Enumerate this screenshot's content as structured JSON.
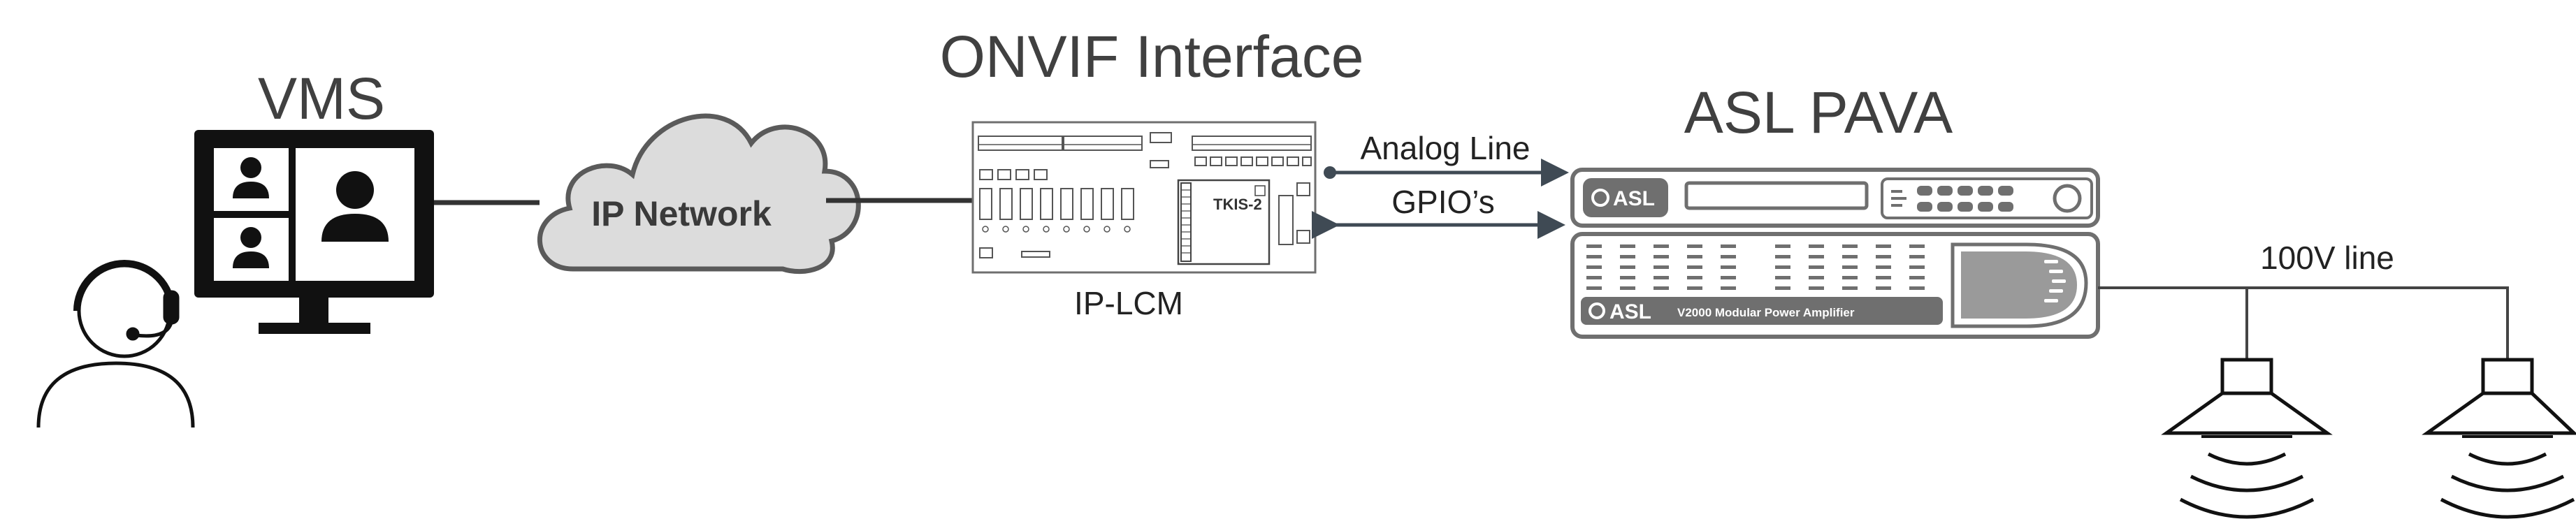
{
  "labels": {
    "vms": "VMS",
    "onvif_interface": "ONVIF Interface",
    "asl_pava": "ASL PAVA",
    "ip_network": "IP Network",
    "ip_lcm": "IP-LCM",
    "analog_line": "Analog Line",
    "gpios": "GPIO’s",
    "line_100v": "100V line"
  },
  "device_text": {
    "tkis_model": "TKIS-2",
    "asl_brand_top": "ASL",
    "asl_brand_amp": "ASL",
    "amp_model": "V2000 Modular Power Amplifier"
  },
  "colors": {
    "outline_dark": "#111111",
    "device_grey": "#6f6f6f",
    "cloud_fill": "#dcdcdc",
    "cloud_stroke": "#5a5a5a",
    "arrow": "#3f4a54",
    "line": "#444444"
  }
}
